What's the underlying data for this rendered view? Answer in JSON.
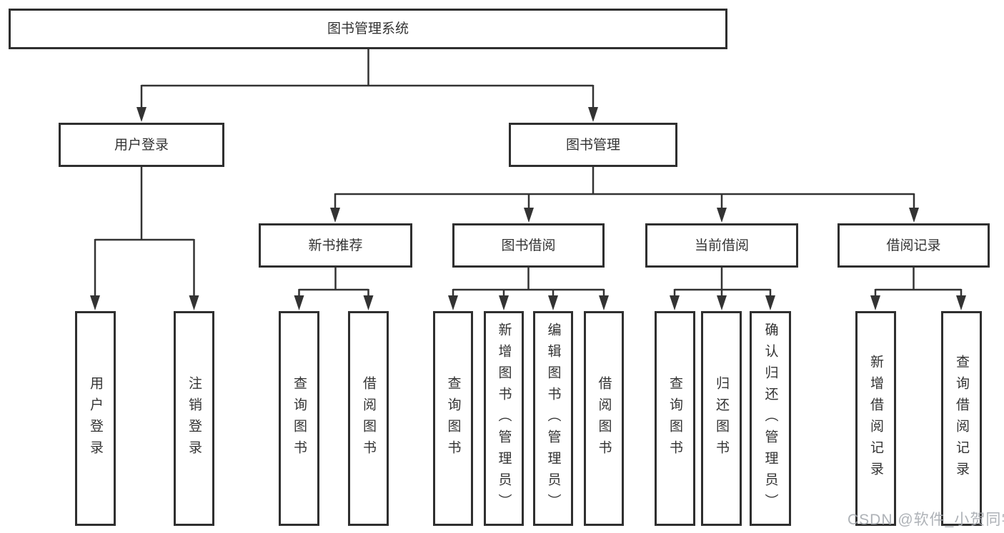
{
  "diagram": {
    "root": {
      "label": "图书管理系统"
    },
    "branches": [
      {
        "label": "用户登录",
        "children": [
          {
            "label": "用户登录"
          },
          {
            "label": "注销登录"
          }
        ]
      },
      {
        "label": "图书管理",
        "children": [
          {
            "label": "新书推荐",
            "children": [
              {
                "label": "查询图书"
              },
              {
                "label": "借阅图书"
              }
            ]
          },
          {
            "label": "图书借阅",
            "children": [
              {
                "label": "查询图书"
              },
              {
                "label": "新增图书（管理员）"
              },
              {
                "label": "编辑图书（管理员）"
              },
              {
                "label": "借阅图书"
              }
            ]
          },
          {
            "label": "当前借阅",
            "children": [
              {
                "label": "查询图书"
              },
              {
                "label": "归还图书"
              },
              {
                "label": "确认归还（管理员）"
              }
            ]
          },
          {
            "label": "借阅记录",
            "children": [
              {
                "label": "新增借阅记录"
              },
              {
                "label": "查询借阅记录"
              }
            ]
          }
        ]
      }
    ]
  },
  "watermark": {
    "text": "CSDN @软件_小贺同学"
  },
  "colors": {
    "line": "#333333",
    "box_border": "#2f2f2f",
    "box_background": "#ffffff",
    "text": "#333333",
    "watermark": "#a5aaaf",
    "background": "#ffffff"
  }
}
